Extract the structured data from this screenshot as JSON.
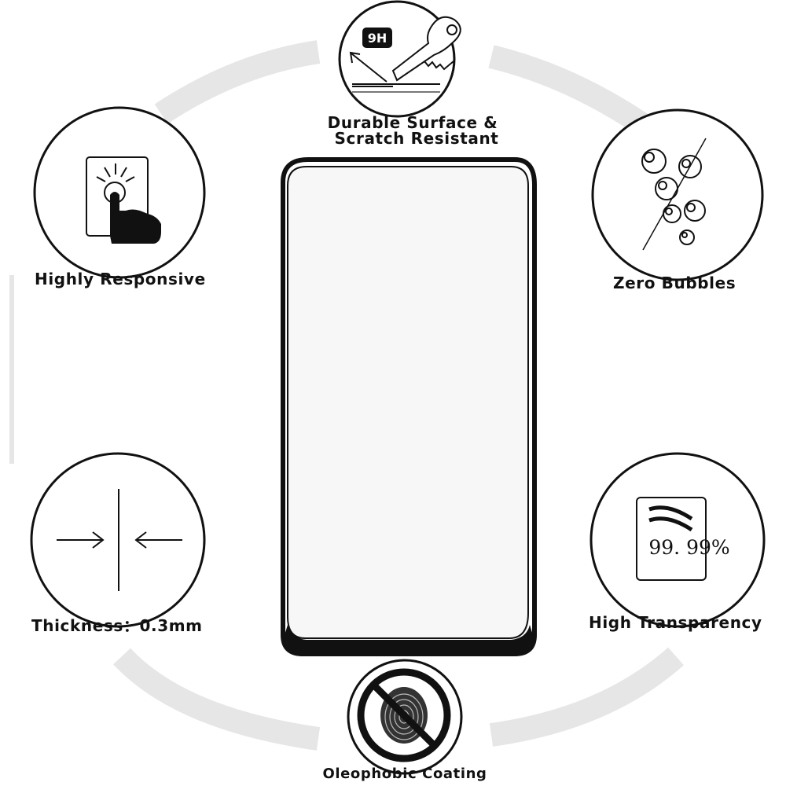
{
  "features": {
    "durable": {
      "line1": "Durable Surface &",
      "line2": "Scratch Resistant",
      "badge": "9H",
      "icon": "key-scratch-icon"
    },
    "responsive": {
      "label": "Highly Responsive",
      "icon": "finger-touch-icon"
    },
    "bubbles": {
      "label": "Zero Bubbles",
      "icon": "bubbles-icon"
    },
    "thickness": {
      "label": "Thickness：0.3mm",
      "icon": "thickness-arrows-icon"
    },
    "transparency": {
      "label": "High Transparency",
      "percent": "99. 99%",
      "icon": "transparency-icon"
    },
    "oleophobic": {
      "label": "Oleophobic Coating",
      "icon": "no-fingerprint-icon"
    }
  },
  "colors": {
    "ring": "#e6e6e6",
    "ink": "#111111",
    "screen": "#f7f7f7"
  }
}
